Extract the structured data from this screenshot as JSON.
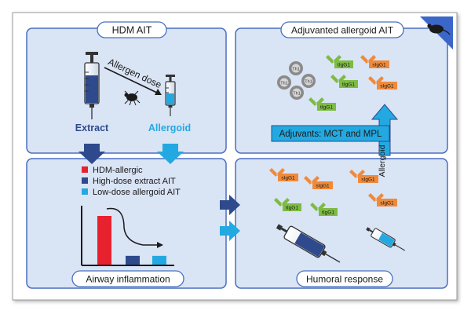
{
  "panels": {
    "top_left_title": "HDM AIT",
    "top_right_title": "Adjuvanted allergoid AIT",
    "bottom_left_title": "Airway inflammation",
    "bottom_right_title": "Humoral response"
  },
  "top_left": {
    "arrow_label": "Allergen dose",
    "extract_label": "Extract",
    "allergoid_label": "Allergoid"
  },
  "legend": [
    {
      "label": "HDM-allergic",
      "color": "#e8212e"
    },
    {
      "label": "High-dose extract AIT",
      "color": "#2e4a8c"
    },
    {
      "label": "Low-dose allergoid AIT",
      "color": "#23a9e1"
    }
  ],
  "bar_chart": {
    "bars": [
      {
        "series": "HDM-allergic",
        "value": 1.0
      },
      {
        "series": "High-dose extract AIT",
        "value": 0.18
      },
      {
        "series": "Low-dose allergoid AIT",
        "value": 0.18
      }
    ]
  },
  "adjuvants_label": "Adjuvants: MCT and MPL",
  "allergoid_arrow_label": "Allergoid",
  "cells": {
    "th1": "Th1"
  },
  "antibodies": {
    "tigg1": "tIgG1",
    "sigg1": "sIgG1"
  },
  "colors": {
    "panel_fill": "#d9e4f5",
    "panel_border": "#4a6fbf",
    "dark_blue": "#2e4a8c",
    "light_blue": "#23a9e1",
    "igg_green": "#7dbb42",
    "igg_orange": "#ef8a3c"
  },
  "icons": [
    "syringe-icon",
    "mite-icon",
    "mouse-icon"
  ]
}
